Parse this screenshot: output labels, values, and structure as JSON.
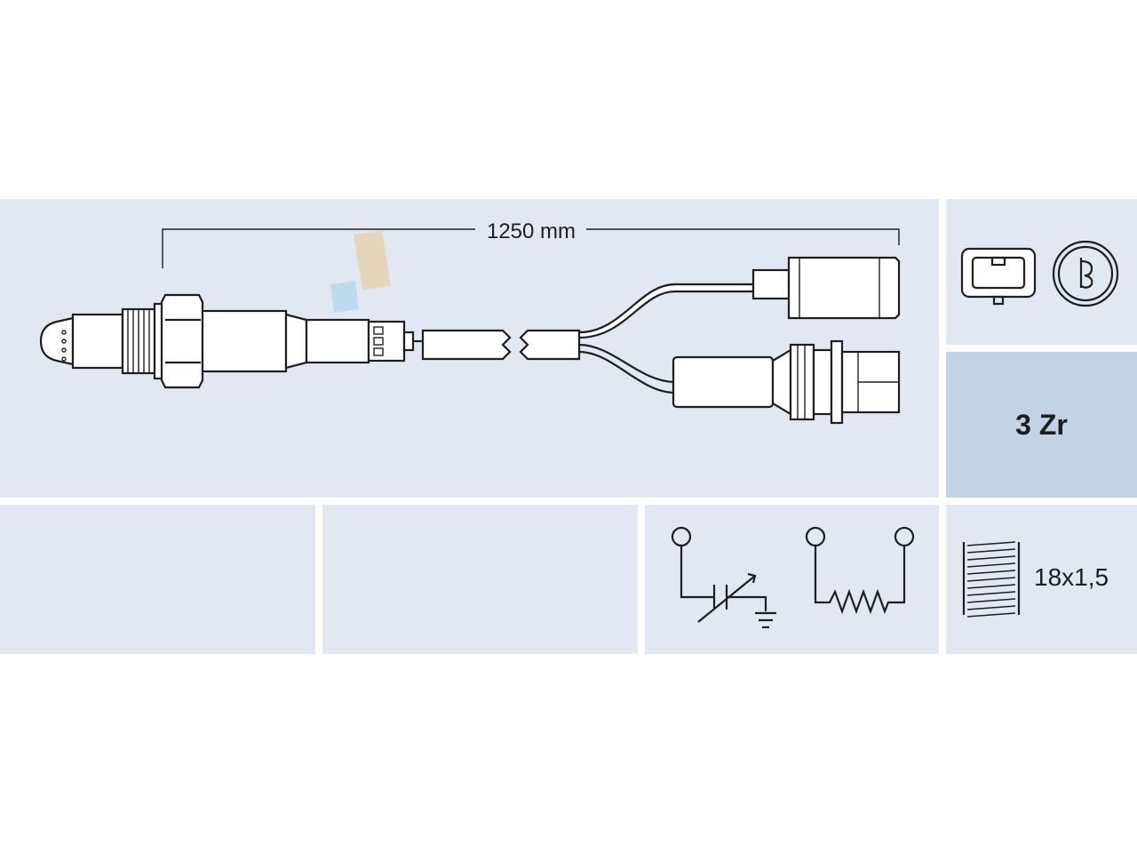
{
  "diagram": {
    "cable_length_label": "1250 mm",
    "sensor_type_label": "3 Zr",
    "thread_label": "18x1,5",
    "icons": {
      "connector": "connector-plug-icon",
      "connector_shape": "round-socket-icon",
      "heater_circuit": "heater-resistor-icon",
      "sensor_circuit": "variable-cell-ground-icon",
      "thread": "thread-icon"
    },
    "colors": {
      "panel_background": "#e1e8f1",
      "accent_panel": "#c2d3e6",
      "line": "#1e1e1e"
    }
  }
}
